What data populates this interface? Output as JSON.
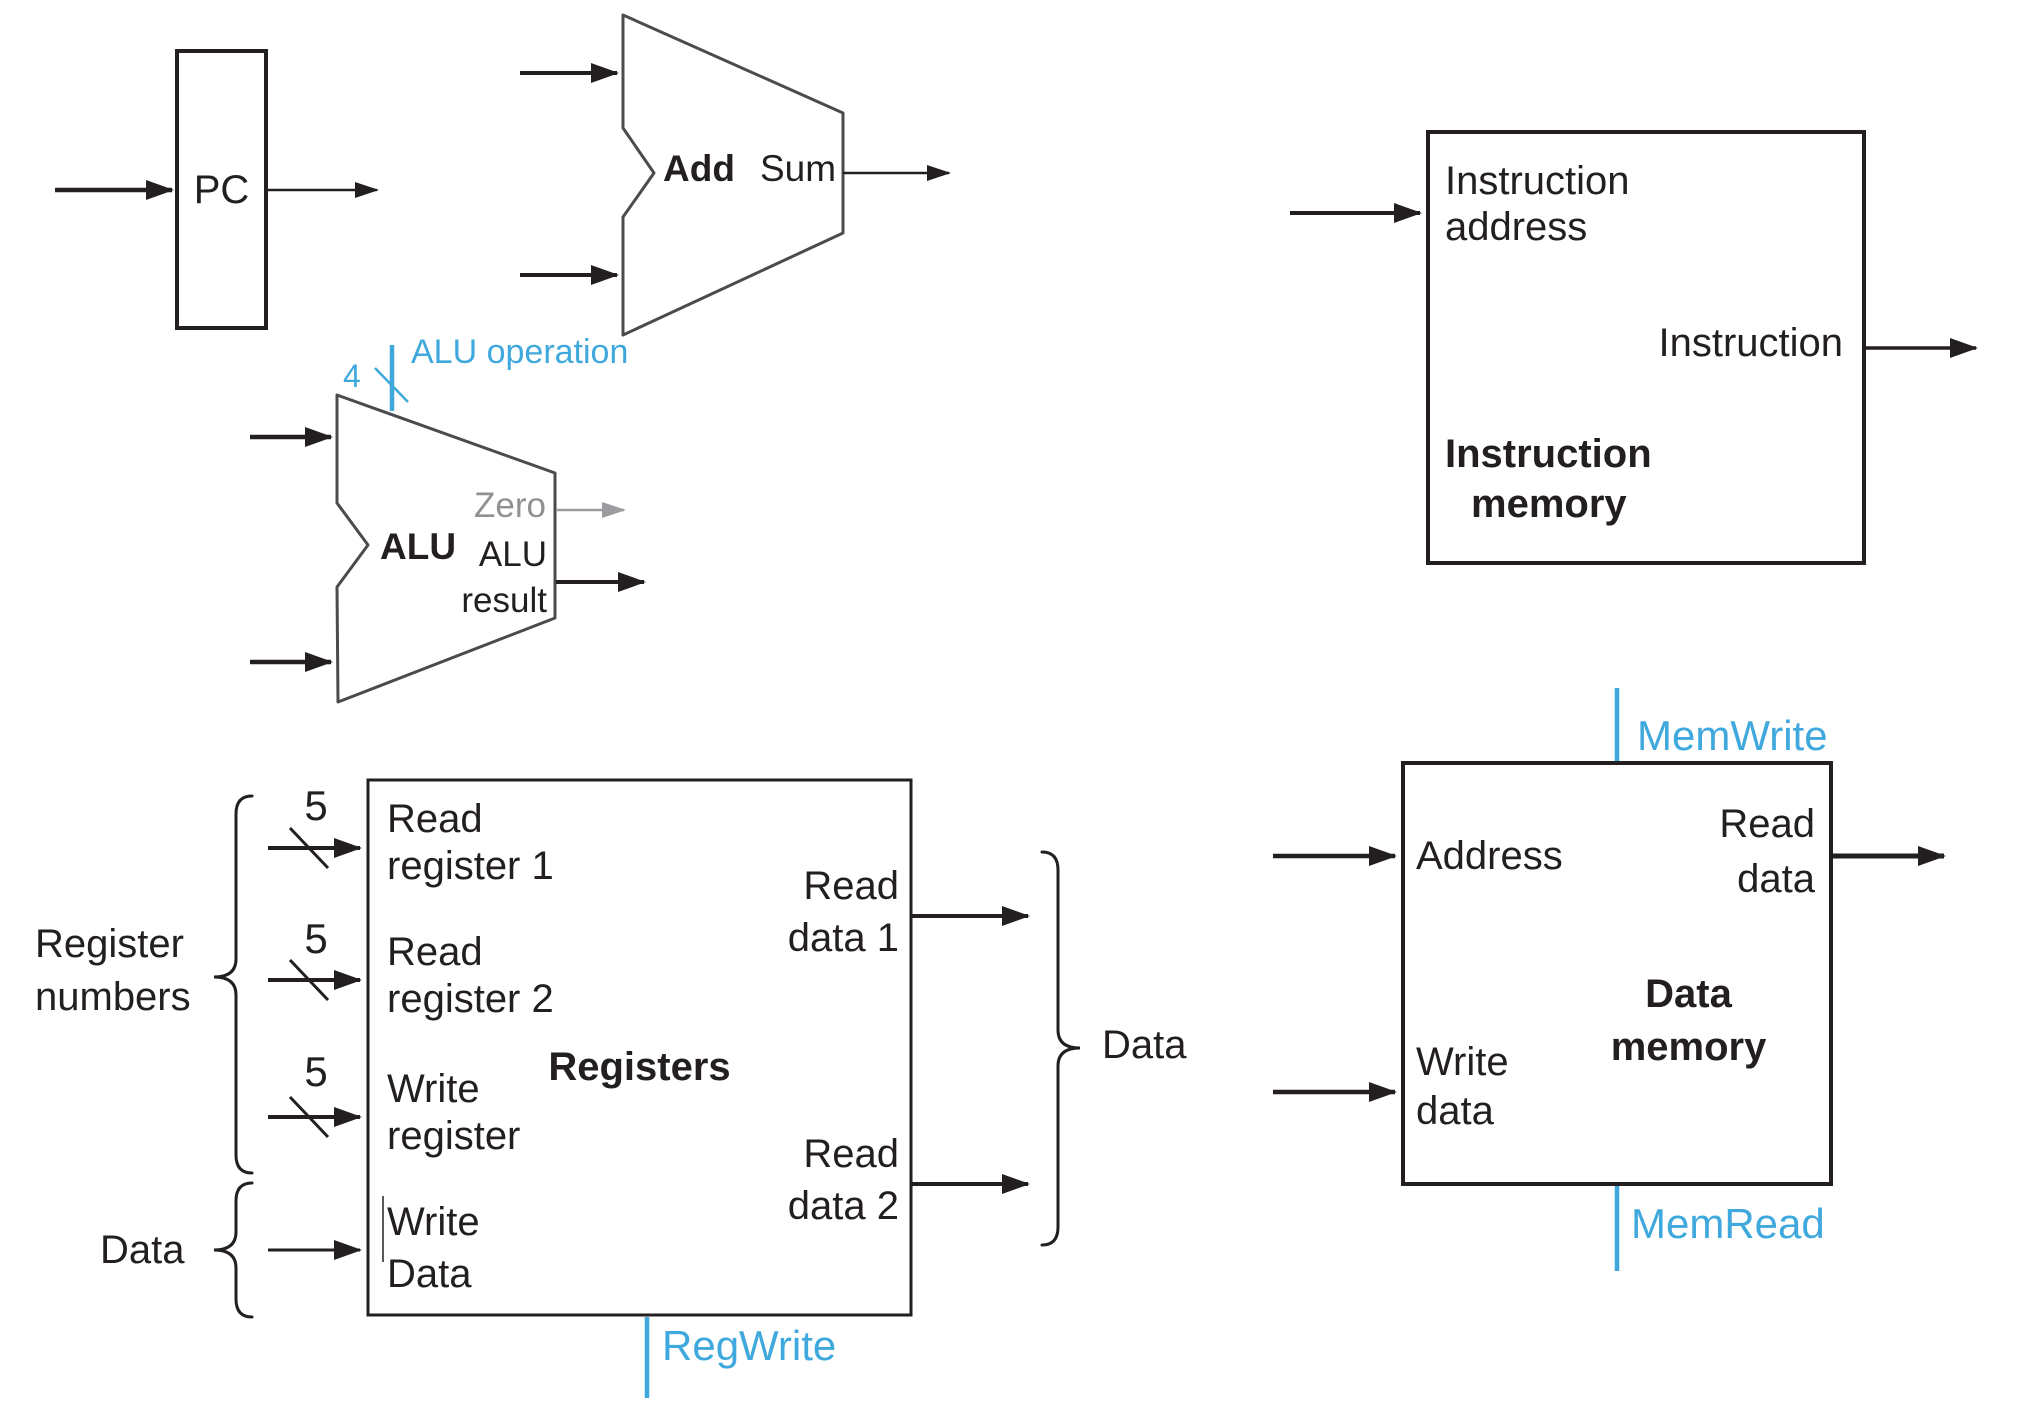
{
  "colors": {
    "ink": "#231f20",
    "shape_outline": "#4a4b4d",
    "accent_blue": "#3fa8dc",
    "muted_gray": "#8f9193"
  },
  "pc": {
    "label": "PC"
  },
  "adder": {
    "label": "Add",
    "sum_label": "Sum"
  },
  "alu": {
    "label": "ALU",
    "control_bus_width": "4",
    "control_label": "ALU operation",
    "zero_label": "Zero",
    "result_line1": "ALU",
    "result_line2": "result"
  },
  "instruction_memory": {
    "address_line1": "Instruction",
    "address_line2": "address",
    "output_label": "Instruction",
    "title_line1": "Instruction",
    "title_line2": "memory"
  },
  "registers": {
    "title": "Registers",
    "group_line1": "Register",
    "group_line2": "numbers",
    "bus_width": "5",
    "inputs": [
      {
        "line1": "Read",
        "line2": "register 1"
      },
      {
        "line1": "Read",
        "line2": "register 2"
      },
      {
        "line1": "Write",
        "line2": "register"
      },
      {
        "line1": "Write",
        "line2": "Data"
      }
    ],
    "outputs": [
      {
        "line1": "Read",
        "line2": "data 1"
      },
      {
        "line1": "Read",
        "line2": "data 2"
      }
    ],
    "control_label": "RegWrite",
    "data_in_label": "Data",
    "data_out_label": "Data"
  },
  "data_memory": {
    "control_top": "MemWrite",
    "control_bottom": "MemRead",
    "address_label": "Address",
    "write_line1": "Write",
    "write_line2": "data",
    "read_line1": "Read",
    "read_line2": "data",
    "title_line1": "Data",
    "title_line2": "memory"
  }
}
